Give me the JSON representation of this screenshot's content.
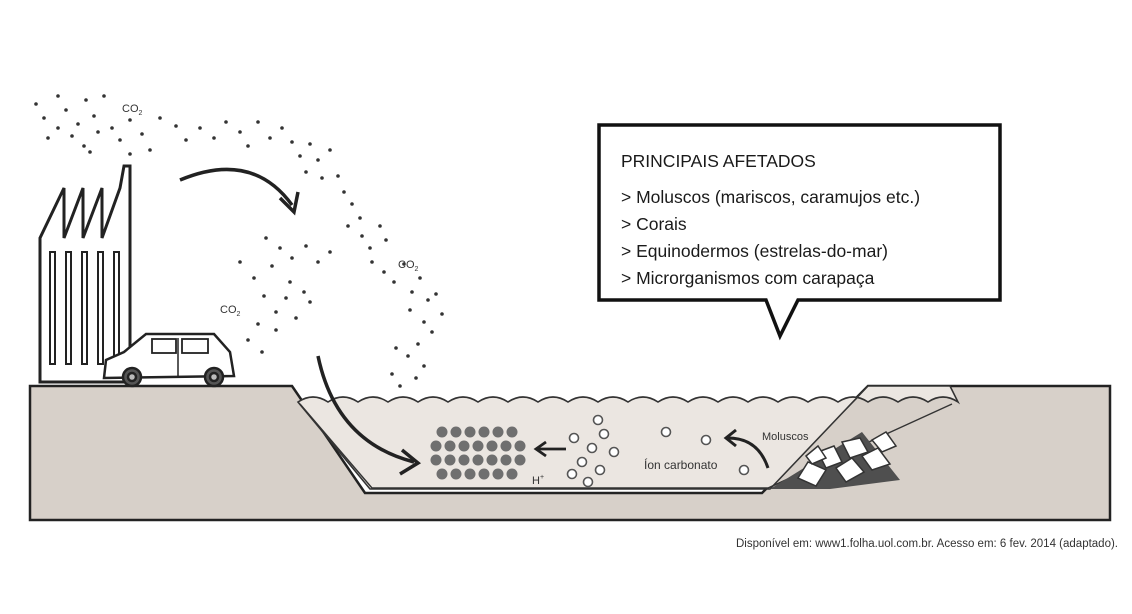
{
  "labels": {
    "co2_top": "CO",
    "co2_mid": "CO",
    "co2_left": "CO",
    "subscript_2": "2",
    "moluscos": "Moluscos",
    "ion_carbonato": "Íon carbonato",
    "h_plus": "H",
    "plus_sign": "+"
  },
  "callout": {
    "title": "PRINCIPAIS AFETADOS",
    "items": [
      "> Moluscos (mariscos, caramujos etc.)",
      "> Corais",
      "> Equinodermos (estrelas-do-mar)",
      "> Microrganismos com carapaça"
    ]
  },
  "source": "Disponível em: www1.folha.uol.com.br. Acesso em: 6 fev. 2014 (adaptado).",
  "colors": {
    "ground": "#d7d0c9",
    "water": "#ebe6e1",
    "outline": "#222222",
    "building": "#ffffff",
    "dark_molecule": "#6f6f6f",
    "sediment": "#4f4f4f"
  }
}
